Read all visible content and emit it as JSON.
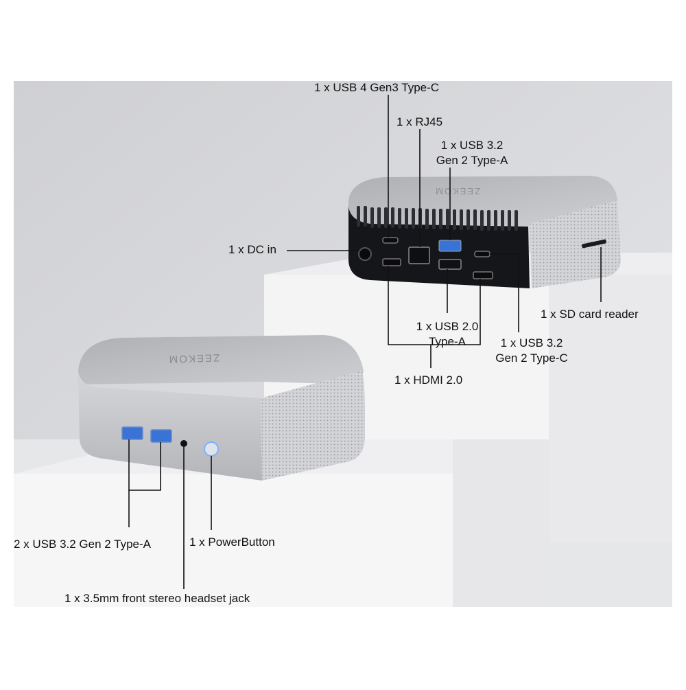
{
  "brand": "ZEEKOM",
  "labels": {
    "usb4": "1 x USB 4 Gen3 Type-C",
    "rj45": "1 x RJ45",
    "usb32a_rear_l1": "1 x USB 3.2",
    "usb32a_rear_l2": "Gen 2 Type-A",
    "dc_in": "1 x DC in",
    "sd_reader": "1 x SD card reader",
    "usb20_l1": "1 x USB 2.0",
    "usb20_l2": "Type-A",
    "usb32c_l1": "1 x USB 3.2",
    "usb32c_l2": "Gen 2 Type-C",
    "hdmi": "1 x HDMI 2.0",
    "front_usb": "2 x USB 3.2 Gen 2 Type-A",
    "power": "1 x PowerButton",
    "jack": "1 x 3.5mm front stereo headset jack"
  },
  "colors": {
    "wall": "#d9dadd",
    "podium_light": "#f3f3f4",
    "podium_side": "#e4e5e7",
    "shell": "#c9cbce",
    "shell_top": "#b9bbbf",
    "rear_panel": "#15161a",
    "port_blue": "#3a73d6",
    "power_ring": "#7fb0ff"
  }
}
